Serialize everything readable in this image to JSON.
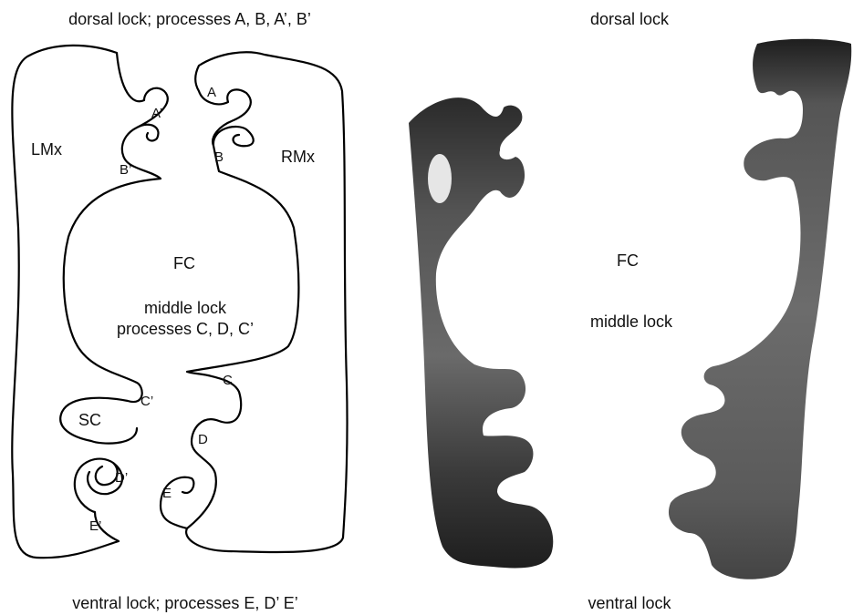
{
  "left_panel": {
    "top_caption": "dorsal lock; processes A, B, A’, B’",
    "bottom_caption": "ventral lock; processes E, D’ E’",
    "labels": {
      "lmx": "LMx",
      "rmx": "RMx",
      "fc": "FC",
      "middle_lock_line1": "middle lock",
      "middle_lock_line2": "processes C, D, C’",
      "sc": "SC",
      "a": "A",
      "b": "B",
      "a_prime": "A’",
      "b_prime": "B’",
      "c": "C",
      "c_prime": "C’",
      "d": "D",
      "d_prime": "D’",
      "e": "E",
      "e_prime": "E’"
    }
  },
  "right_panel": {
    "top_caption": "dorsal lock",
    "fc": "FC",
    "middle_lock": "middle lock",
    "bottom_caption": "ventral lock"
  }
}
